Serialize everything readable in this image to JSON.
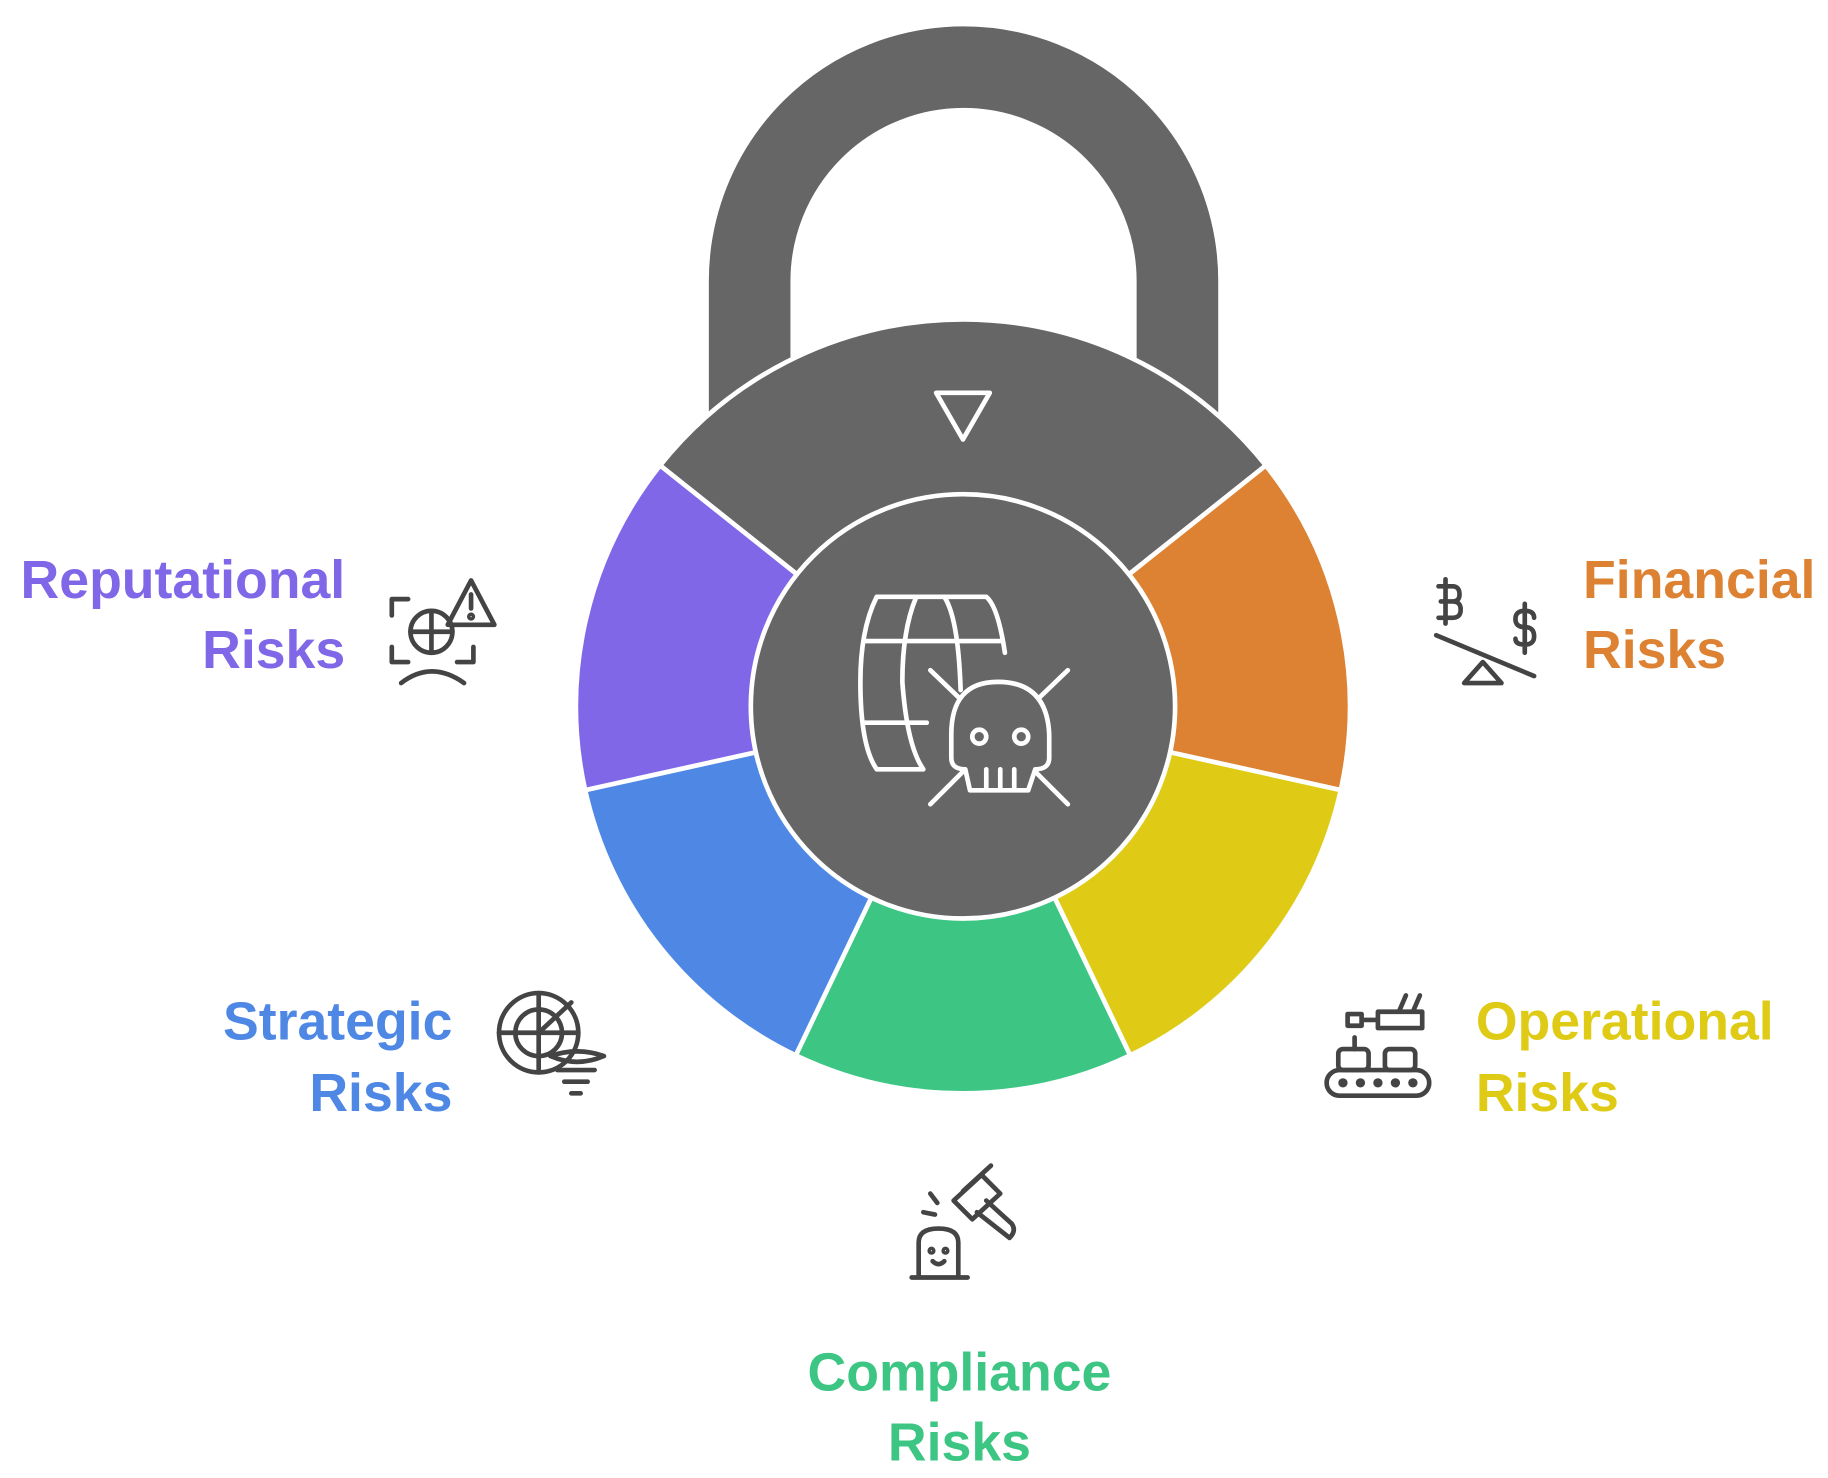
{
  "colors": {
    "lock": "#666666",
    "financial": "#DD8232",
    "operational": "#DFCB15",
    "compliance": "#3DC583",
    "strategic": "#4E88E4",
    "reputational": "#7F67E8",
    "icon": "#444444"
  },
  "center": {
    "icon": "globe-skull-icon",
    "top_icon": "triangle-down-icon"
  },
  "segments": [
    {
      "key": "financial",
      "line1": "Financial",
      "line2": "Risks",
      "icon": "bitcoin-dollar-seesaw-icon"
    },
    {
      "key": "operational",
      "line1": "Operational",
      "line2": "Risks",
      "icon": "conveyor-robot-arm-icon"
    },
    {
      "key": "compliance",
      "line1": "Compliance",
      "line2": "Risks",
      "icon": "gavel-icon"
    },
    {
      "key": "strategic",
      "line1": "Strategic",
      "line2": "Risks",
      "icon": "radar-tornado-icon"
    },
    {
      "key": "reputational",
      "line1": "Reputational",
      "line2": "Risks",
      "icon": "person-warning-icon"
    }
  ]
}
